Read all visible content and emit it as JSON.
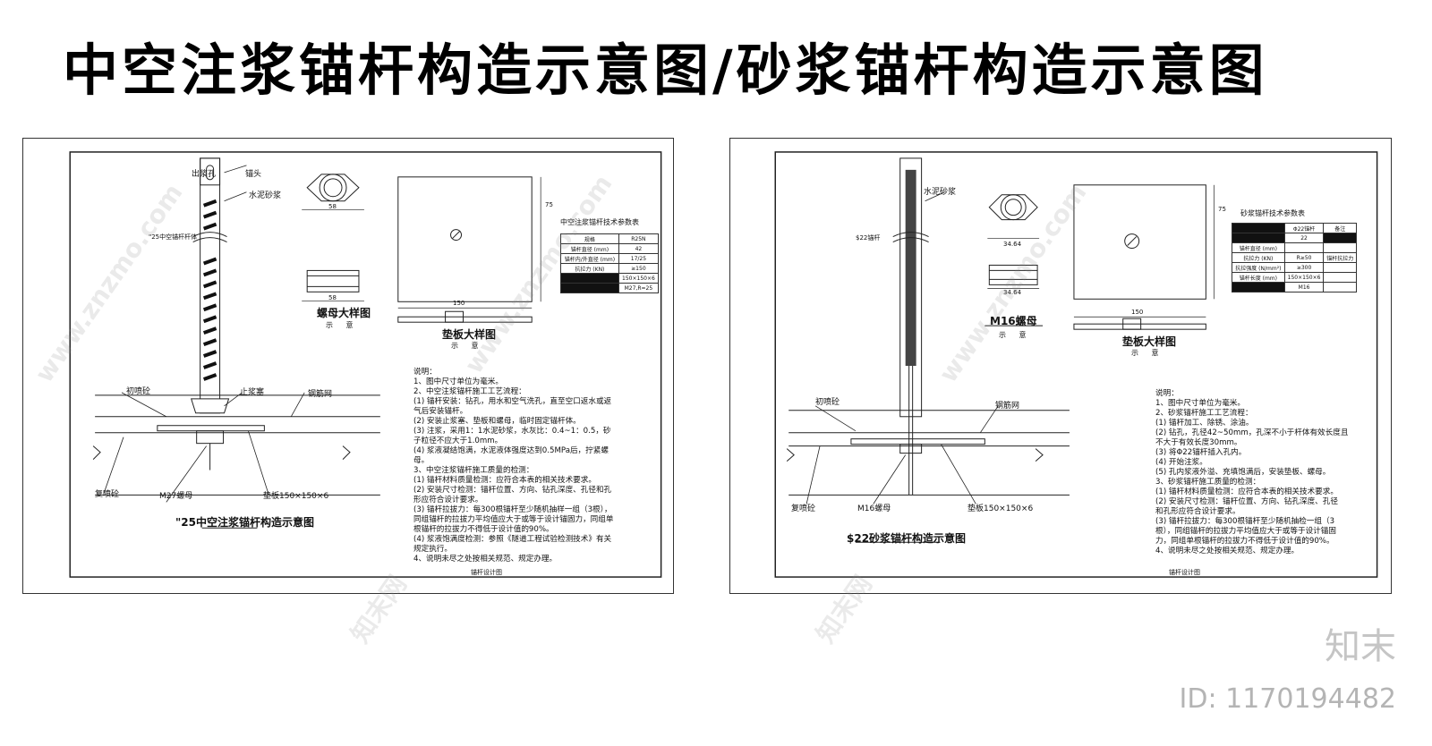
{
  "title": "中空注浆锚杆构造示意图/砂浆锚杆构造示意图",
  "left": {
    "caption": "\"25中空注浆锚杆构造示意图",
    "nut_caption": "螺母大样图",
    "pad_caption": "垫板大样图",
    "sub": "示 意",
    "table_title": "中空注浆锚杆技术参数表",
    "table_rows": [
      [
        "规格",
        "R25N"
      ],
      [
        "锚杆直径 (mm)",
        "42"
      ],
      [
        "锚杆内/外直径 (mm)",
        "17/25"
      ],
      [
        "抗拉力 (KN)",
        "≥150"
      ],
      [
        "",
        "150×150×6"
      ],
      [
        "",
        "M27,R=25"
      ]
    ],
    "labels": {
      "grout_hole": "出浆孔",
      "nut_top": "锚头",
      "cement_mortar": "水泥砂浆",
      "bolt_body": "\"25中空锚杆杆体",
      "stop_plug": "止浆塞",
      "shotcrete_top": "初喷砼",
      "mesh": "钢筋网",
      "shotcrete_bottom": "复喷砼",
      "nut": "M27螺母",
      "pad": "垫板150×150×6",
      "dim_58": "58",
      "dim_150": "150",
      "dim_75": "75",
      "footer": "锚杆设计图"
    },
    "notes": "说明：\n1、图中尺寸单位为毫米。\n2、中空注浆锚杆施工工艺流程：\n(1) 锚杆安装：钻孔，用水和空气洗孔，直至空口返水或返\n气后安装锚杆。\n(2) 安装止浆塞、垫板和螺母，临时固定锚杆体。\n(3) 注浆，采用1：1水泥砂浆，水灰比：0.4~1：0.5，砂\n子粒径不应大于1.0mm。\n(4) 浆液凝结饱满，水泥液体强度达到0.5MPa后，拧紧螺\n母。\n3、中空注浆锚杆施工质量的检测：\n(1) 锚杆材料质量检测：应符合本表的相关技术要求。\n(2) 安装尺寸检测：锚杆位置、方向、钻孔深度、孔径和孔\n形应符合设计要求。\n(3) 锚杆拉拔力：每300根锚杆至少随机抽样一组（3根），\n同组锚杆的拉拔力平均值应大于或等于设计锚固力，同组单\n根锚杆的拉拔力不得低于设计值的90%。\n(4) 浆液饱满度检测：参照《隧道工程试验检测技术》有关\n规定执行。\n4、说明未尽之处按相关规范、规定办理。"
  },
  "right": {
    "caption": "$22砂浆锚杆构造示意图",
    "nut_caption": "M16螺母",
    "pad_caption": "垫板大样图",
    "sub": "示 意",
    "table_title": "砂浆锚杆技术参数表",
    "table_rows": [
      [
        "",
        "Φ22锚杆",
        "备注"
      ],
      [
        "锚杆直径 (mm)",
        "22",
        ""
      ],
      [
        "抗拉力 (KN)",
        "R≥50",
        "锚杆抗拉力"
      ],
      [
        "抗拉强度 (N/mm²)",
        "≥300",
        ""
      ],
      [
        "锚杆长度 (mm)",
        "150×150×6",
        ""
      ],
      [
        "",
        "M16",
        ""
      ]
    ],
    "labels": {
      "cement_mortar": "水泥砂浆",
      "bolt_body": "$22锚杆",
      "shotcrete_top": "初喷砼",
      "mesh": "钢筋网",
      "shotcrete_bottom": "复喷砼",
      "nut": "M16螺母",
      "pad": "垫板150×150×6",
      "dim_3464": "34.64",
      "dim_150": "150",
      "dim_75": "75",
      "footer": "锚杆设计图"
    },
    "notes": "说明：\n1、图中尺寸单位为毫米。\n2、砂浆锚杆施工工艺流程：\n(1) 锚杆加工、除锈、涂油。\n(2) 钻孔，孔径42~50mm，孔深不小于杆体有效长度且\n不大于有效长度30mm。\n(3) 将Φ22锚杆插入孔内。\n(4) 开始注浆。\n(5) 孔内浆液外溢、充填饱满后，安装垫板、螺母。\n3、砂浆锚杆施工质量的检测：\n(1) 锚杆材料质量检测：应符合本表的相关技术要求。\n(2) 安装尺寸检测：锚杆位置、方向、钻孔深度、孔径\n和孔形应符合设计要求。\n(3) 锚杆拉拔力：每300根锚杆至少随机抽检一组（3\n根），同组锚杆的拉拔力平均值应大于或等于设计锚固\n力，同组单根锚杆的拉拔力不得低于设计值的90%。\n4、说明未尽之处按相关规范、规定办理。"
  },
  "watermarks": [
    "www.znzmo.com",
    "知末网"
  ],
  "brand": "知末",
  "id_text": "ID: 1170194482"
}
